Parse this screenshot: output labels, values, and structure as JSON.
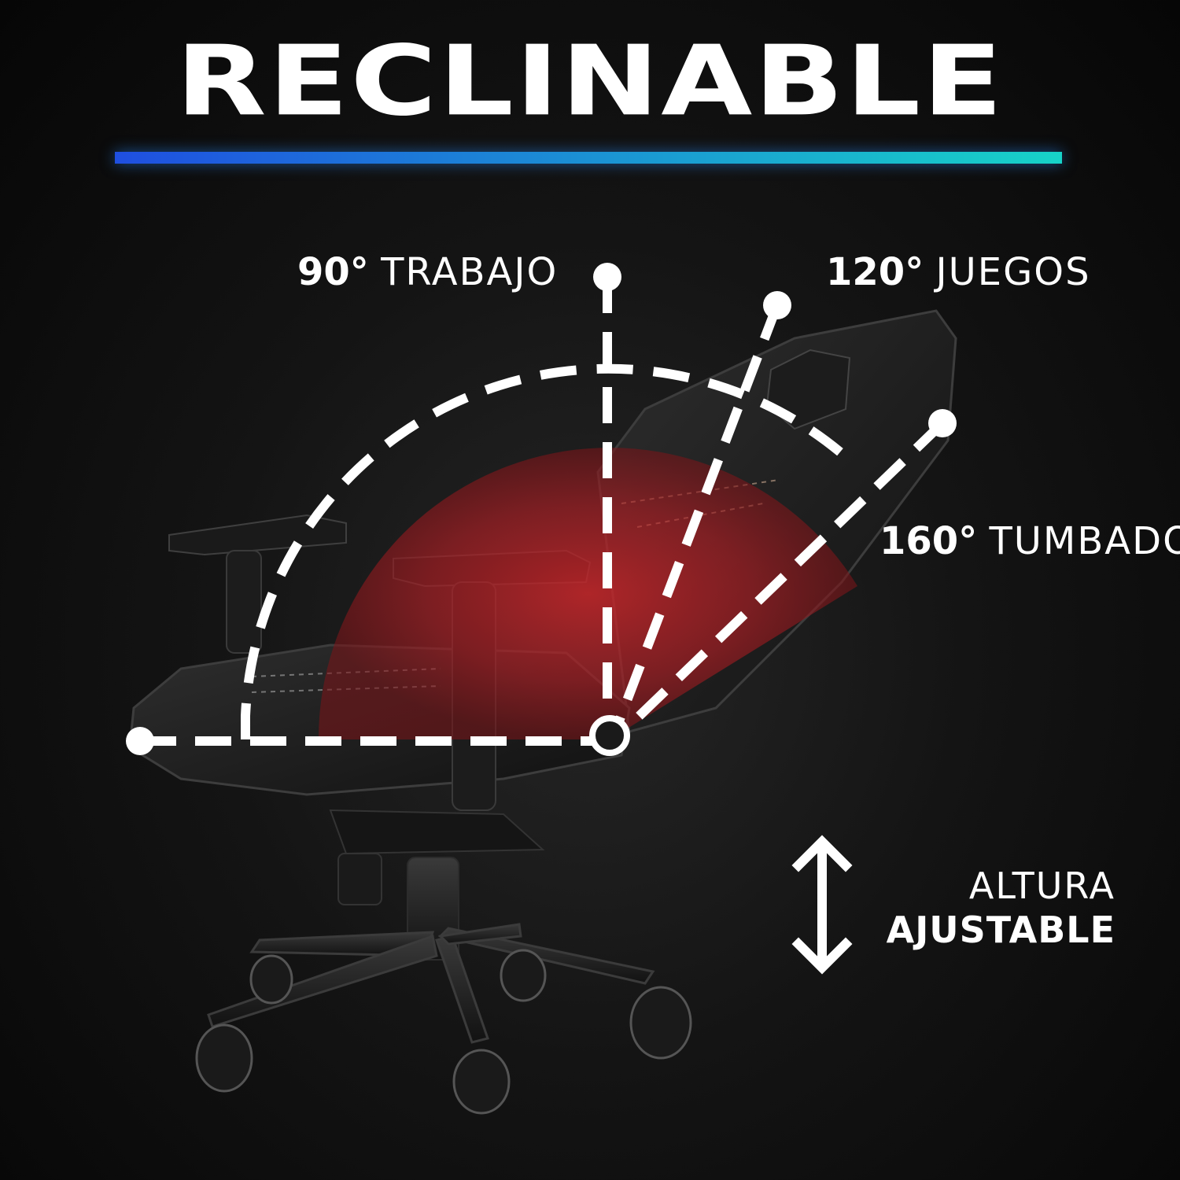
{
  "headline": "RECLINABLE",
  "colors": {
    "background": "#0b0b0b",
    "accent_gradient_start": "#1f4fe0",
    "accent_gradient_end": "#17d3c8",
    "angle_fill": "#c0262a",
    "text": "#ffffff"
  },
  "angles": [
    {
      "degree": "90°",
      "name": "TRABAJO"
    },
    {
      "degree": "120°",
      "name": "JUEGOS"
    },
    {
      "degree": "160°",
      "name": "TUMBADO"
    }
  ],
  "height": {
    "line1": "ALTURA",
    "line2": "AJUSTABLE",
    "icon": "double-arrow-vertical-icon"
  },
  "illustration": "reclining-gaming-chair"
}
